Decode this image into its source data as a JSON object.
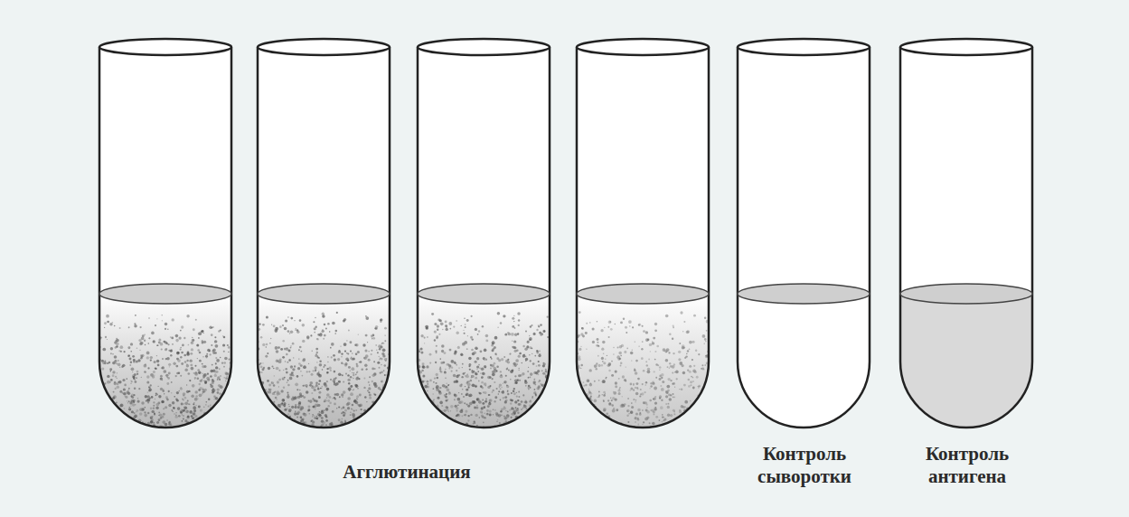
{
  "diagram": {
    "labels": [
      "Агглютинация",
      "Контроль сыворотки",
      "Контроль антигена"
    ]
  }
}
